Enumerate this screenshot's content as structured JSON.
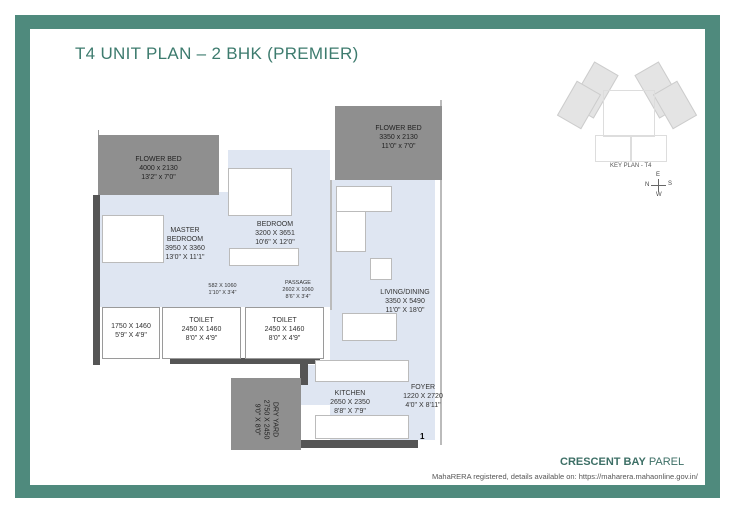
{
  "title": "T4 UNIT PLAN – 2 BHK (PREMIER)",
  "rooms": {
    "flower_bed_left": {
      "name": "FLOWER BED",
      "metric": "4000 x 2130",
      "imperial": "13'2\" x 7'0\""
    },
    "flower_bed_right": {
      "name": "FLOWER BED",
      "metric": "3350 x 2130",
      "imperial": "11'0\" x 7'0\""
    },
    "master_bedroom": {
      "name": "MASTER BEDROOM",
      "metric": "3950 X 3360",
      "imperial": "13'0\" X 11'1\""
    },
    "bedroom": {
      "name": "BEDROOM",
      "metric": "3200 X 3651",
      "imperial": "10'6\" X 12'0\""
    },
    "closet": {
      "metric": "582 X 1060",
      "imperial": "1'10\" X 3'4\""
    },
    "passage": {
      "name": "PASSAGE",
      "metric": "2602 X 1060",
      "imperial": "8'6\" X 3'4\""
    },
    "living_dining": {
      "name": "LIVING/DINING",
      "metric": "3350 X 5490",
      "imperial": "11'0\" X 18'0\""
    },
    "utility": {
      "metric": "1750 X 1460",
      "imperial": "5'9\" X 4'9\""
    },
    "toilet_1": {
      "name": "TOILET",
      "metric": "2450 X 1460",
      "imperial": "8'0\" X 4'9\""
    },
    "toilet_2": {
      "name": "TOILET",
      "metric": "2450 X 1460",
      "imperial": "8'0\" X 4'9\""
    },
    "dry_yard": {
      "name": "DRY YARD",
      "metric": "2750 X 2450",
      "imperial": "9'0\" X 8'0\""
    },
    "kitchen": {
      "name": "KITCHEN",
      "metric": "2650 X 2350",
      "imperial": "8'8\" X 7'9\""
    },
    "foyer": {
      "name": "FOYER",
      "metric": "1220 X 2720",
      "imperial": "4'0\" X 8'11\""
    },
    "entry_number": "1"
  },
  "key_plan": {
    "label": "KEY PLAN - T4",
    "compass": {
      "n": "N",
      "e": "E",
      "s": "S",
      "w": "W"
    }
  },
  "brand": {
    "bold": "CRESCENT BAY",
    "light": "PAREL"
  },
  "footer": "MahaRERA registered, details available on: https://maharera.mahaonline.gov.in/",
  "colors": {
    "frame": "#4f8a7d",
    "room_fill": "#dfe6f2",
    "flower_bed": "#8f8f8f"
  }
}
